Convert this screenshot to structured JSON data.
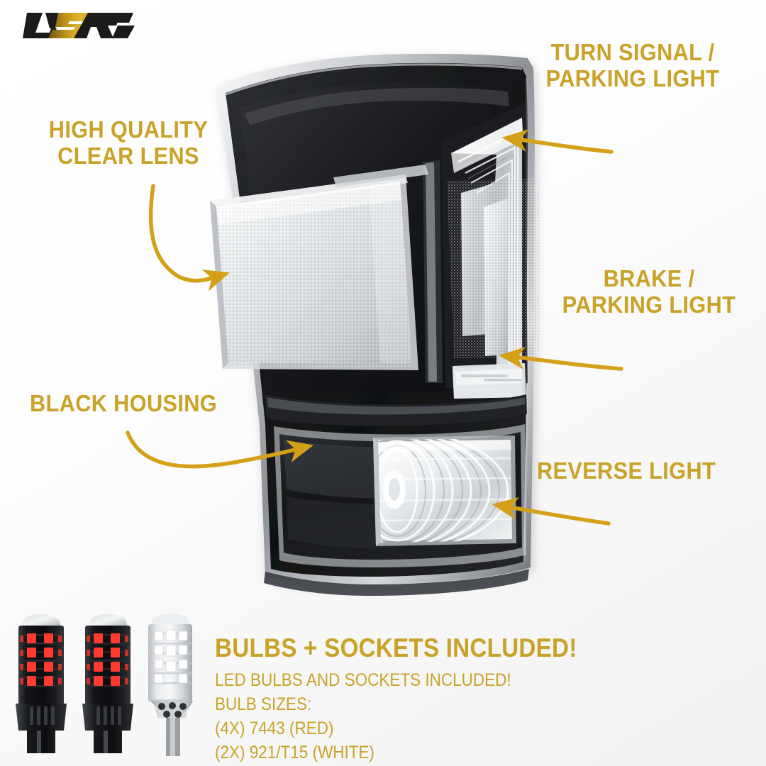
{
  "brand": {
    "logo_text": "USR",
    "logo_colors": {
      "dark": "#1b1b1b",
      "gold": "#c99a19"
    }
  },
  "theme": {
    "accent_gold": "#c9a227",
    "arrow_gold": "#d4a017",
    "background": "#ffffff",
    "housing_black": "#15161a",
    "lens_clear": "#e8eaec"
  },
  "callouts": [
    {
      "id": "turn-signal",
      "label": "TURN SIGNAL /\nPARKING LIGHT"
    },
    {
      "id": "clear-lens",
      "label": "HIGH QUALITY\nCLEAR LENS"
    },
    {
      "id": "brake",
      "label": "BRAKE /\nPARKING LIGHT"
    },
    {
      "id": "black-housing",
      "label": "BLACK HOUSING"
    },
    {
      "id": "reverse-light",
      "label": "REVERSE  LIGHT"
    }
  ],
  "bulbs_section": {
    "headline": "BULBS + SOCKETS INCLUDED!",
    "lines": [
      "LED BULBS AND SOCKETS INCLUDED!",
      "BULB SIZES:",
      "(4X) 7443 (RED)",
      "(2X) 921/T15 (WHITE)"
    ],
    "bulb_images": [
      {
        "id": "bulb-7443-red-1",
        "type": "7443",
        "color": "red"
      },
      {
        "id": "bulb-7443-red-2",
        "type": "7443",
        "color": "red"
      },
      {
        "id": "bulb-921-t15-white",
        "type": "921/T15",
        "color": "white"
      }
    ]
  },
  "product": {
    "name": "tail-light-assembly",
    "sections": [
      {
        "id": "turn-signal-chamber",
        "label": "TURN SIGNAL / PARKING LIGHT"
      },
      {
        "id": "brake-chamber",
        "label": "BRAKE / PARKING LIGHT"
      },
      {
        "id": "reverse-chamber",
        "label": "REVERSE LIGHT"
      },
      {
        "id": "housing",
        "label": "BLACK HOUSING"
      },
      {
        "id": "lens",
        "label": "HIGH QUALITY CLEAR LENS"
      }
    ]
  }
}
